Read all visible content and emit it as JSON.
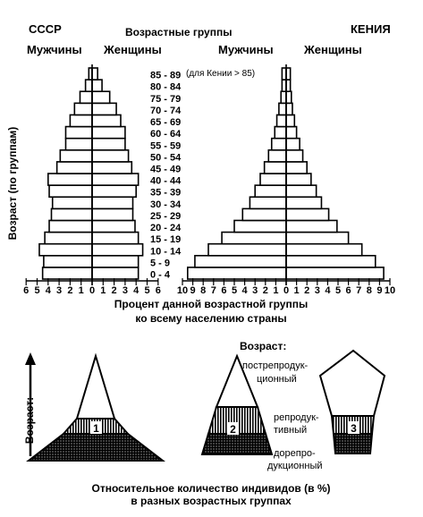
{
  "chart_data": {
    "type": "bar",
    "title": "Возрастные группы",
    "xlabel_line1": "Процент данной возрастной группы",
    "xlabel_line2": "ко всему населению страны",
    "ylabel": "Возраст (по группам)",
    "age_groups": [
      "0 - 4",
      "5 - 9",
      "10 - 14",
      "15 - 19",
      "20 - 24",
      "25 - 29",
      "30 - 34",
      "35 - 39",
      "40 - 44",
      "45 - 49",
      "50 - 54",
      "55 - 59",
      "60 - 64",
      "65 - 69",
      "70 - 74",
      "75 - 79",
      "80 - 84",
      "85 - 89"
    ],
    "kenya_note": "(для Кении > 85)",
    "ussr": {
      "country": "СССР",
      "xlim": [
        6,
        6
      ],
      "ticks_left": [
        "6",
        "5",
        "4",
        "3",
        "2",
        "1",
        "0"
      ],
      "ticks_right": [
        "1",
        "2",
        "3",
        "4",
        "5",
        "6"
      ],
      "series": [
        {
          "name": "Мужчины",
          "values": [
            4.5,
            4.4,
            4.8,
            4.3,
            3.9,
            3.7,
            3.6,
            3.9,
            4.0,
            3.2,
            2.9,
            2.4,
            2.4,
            2.0,
            1.6,
            1.1,
            0.6,
            0.3
          ]
        },
        {
          "name": "Женщины",
          "values": [
            4.2,
            4.2,
            4.6,
            4.2,
            3.9,
            3.7,
            3.7,
            4.0,
            4.2,
            3.6,
            3.3,
            3.0,
            3.0,
            2.6,
            2.2,
            1.6,
            0.9,
            0.5
          ]
        }
      ]
    },
    "kenya": {
      "country": "КЕНИЯ",
      "xlim": [
        10,
        10
      ],
      "ticks_left": [
        "10",
        "9",
        "8",
        "7",
        "6",
        "5",
        "4",
        "3",
        "2",
        "1",
        "0"
      ],
      "ticks_right": [
        "1",
        "2",
        "3",
        "4",
        "5",
        "6",
        "7",
        "8",
        "9",
        "10"
      ],
      "series": [
        {
          "name": "Мужчины",
          "values": [
            9.5,
            8.8,
            7.5,
            6.2,
            5.0,
            4.2,
            3.5,
            3.0,
            2.5,
            2.1,
            1.7,
            1.4,
            1.1,
            0.9,
            0.7,
            0.5,
            0.4,
            0.4
          ]
        },
        {
          "name": "Женщины",
          "values": [
            9.4,
            8.6,
            7.3,
            6.0,
            4.9,
            4.1,
            3.4,
            2.9,
            2.4,
            2.0,
            1.6,
            1.3,
            1.0,
            0.8,
            0.6,
            0.5,
            0.4,
            0.4
          ]
        }
      ]
    }
  },
  "diagram": {
    "age_arrow_label": "Возраст:",
    "age_label": "Возраст:",
    "stage_labels": [
      "пострепродук-",
      "ционный",
      "репродук-",
      "тивный",
      "дорепро-",
      "дукционный"
    ],
    "shape_numbers": [
      "1",
      "2",
      "3"
    ],
    "caption_line1": "Относительное количество индивидов (в %)",
    "caption_line2": "в разных возрастных группах"
  }
}
